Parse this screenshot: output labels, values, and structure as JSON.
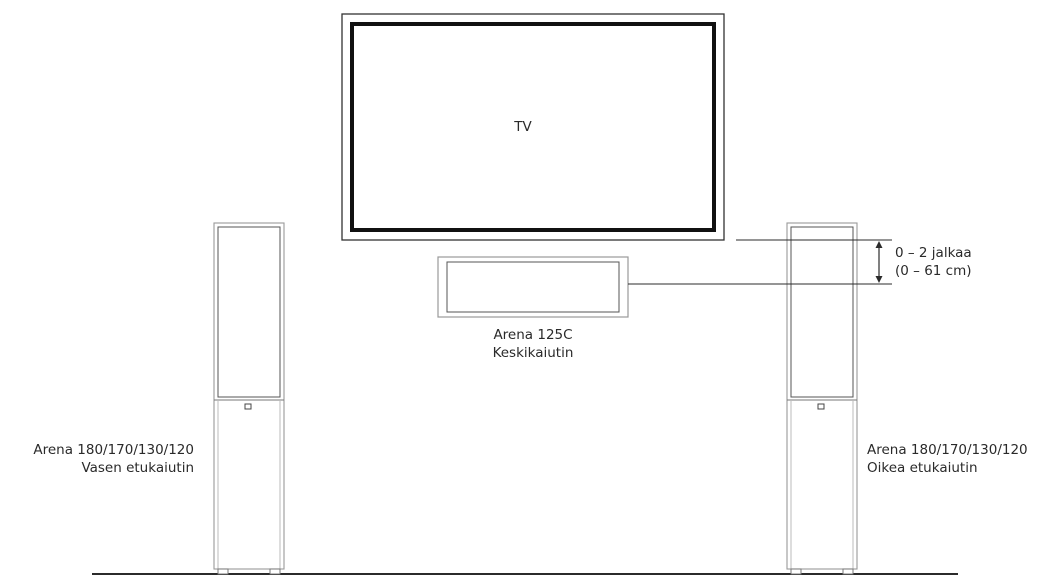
{
  "tv": {
    "label": "TV"
  },
  "center_speaker": {
    "model": "Arena 125C",
    "role": "Keskikaiutin"
  },
  "left_speaker": {
    "model": "Arena 180/170/130/120",
    "role": "Vasen etukaiutin"
  },
  "right_speaker": {
    "model": "Arena 180/170/130/120",
    "role": "Oikea etukaiutin"
  },
  "height_offset": {
    "feet": "0 – 2 jalkaa",
    "cm": "(0 – 61 cm)"
  },
  "colors": {
    "line": "#2b2b2b",
    "speaker_line": "#9a9a9a"
  }
}
